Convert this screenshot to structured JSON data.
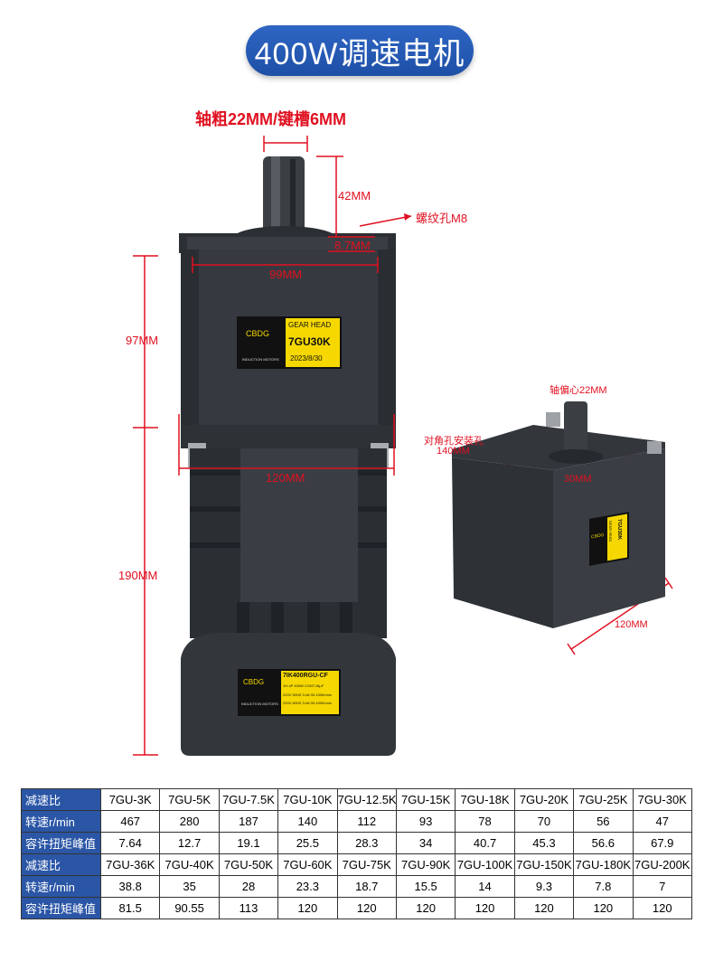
{
  "title": "400W调速电机",
  "dimensions": {
    "shaft_diameter": "轴粗22MM/键槽6MM",
    "shaft_length": "42MM",
    "thread_hole": "螺纹孔M8",
    "shaft_boss": "8.7MM",
    "flange_width": "99MM",
    "gearhead_height": "97MM",
    "body_width": "120MM",
    "motor_height": "190MM",
    "shaft_center": "轴偏心22MM",
    "diagonal_hole_1": "对角孔安装孔",
    "diagonal_hole_2": "140MM",
    "boss_width": "30MM",
    "side_width": "120MM"
  },
  "gearhead_label": {
    "brand": "CBDG",
    "line1": "GEAR HEAD",
    "model": "7GU30K",
    "date": "2023/8/30",
    "foot": "INDUCTION MOTORS"
  },
  "motor_label": {
    "brand": "CBDG",
    "model": "7IK400RGU-CF",
    "line2": "1H-4P 400W CONT.16μF",
    "line3": "220V 50HZ 3.0A 90-1300r/min",
    "line4": "220V 60HZ 3.0A 90-1500r/min",
    "foot": "INDUCTION MOTORS"
  },
  "side_label": {
    "brand": "CBDG",
    "line1": "GEAR HEAD",
    "model": "7GU30K"
  },
  "table": {
    "rows": [
      {
        "head": "减速比",
        "cells": [
          "7GU-3K",
          "7GU-5K",
          "7GU-7.5K",
          "7GU-10K",
          "7GU-12.5K",
          "7GU-15K",
          "7GU-18K",
          "7GU-20K",
          "7GU-25K",
          "7GU-30K"
        ]
      },
      {
        "head": "转速r/min",
        "cells": [
          "467",
          "280",
          "187",
          "140",
          "112",
          "93",
          "78",
          "70",
          "56",
          "47"
        ]
      },
      {
        "head": "容许扭矩峰值",
        "cells": [
          "7.64",
          "12.7",
          "19.1",
          "25.5",
          "28.3",
          "34",
          "40.7",
          "45.3",
          "56.6",
          "67.9"
        ]
      },
      {
        "head": "减速比",
        "cells": [
          "7GU-36K",
          "7GU-40K",
          "7GU-50K",
          "7GU-60K",
          "7GU-75K",
          "7GU-90K",
          "7GU-100K",
          "7GU-150K",
          "7GU-180K",
          "7GU-200K"
        ]
      },
      {
        "head": "转速r/min",
        "cells": [
          "38.8",
          "35",
          "28",
          "23.3",
          "18.7",
          "15.5",
          "14",
          "9.3",
          "7.8",
          "7"
        ]
      },
      {
        "head": "容许扭矩峰值",
        "cells": [
          "81.5",
          "90.55",
          "113",
          "120",
          "120",
          "120",
          "120",
          "120",
          "120",
          "120"
        ]
      }
    ]
  },
  "colors": {
    "title_bg": "#2b56a6",
    "dimension": "#e01020",
    "motor_body": "#33373c",
    "label": "#f6d800"
  }
}
